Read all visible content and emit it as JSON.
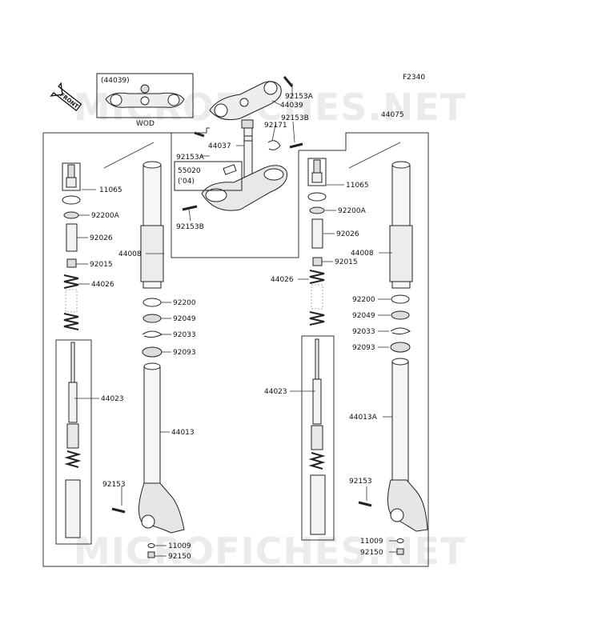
{
  "figure_code": "F2340",
  "front_label": "FRONT",
  "watermark": "MICROFICHES.NET",
  "inset": {
    "title": "(44039)",
    "caption": "WOD"
  },
  "labels": {
    "p44039": "44039",
    "p92153A_top": "92153A",
    "p92153B_top": "92153B",
    "p92171": "92171",
    "p44037": "44037",
    "p92153A_mid": "92153A",
    "p55020": "55020",
    "p04": "('04)",
    "p92153B_bot": "92153B",
    "p44075": "44075",
    "L_11065": "11065",
    "L_92200A": "92200A",
    "L_92026": "92026",
    "L_44008": "44008",
    "L_92015": "92015",
    "L_44026": "44026",
    "L_92200": "92200",
    "L_92049": "92049",
    "L_92033": "92033",
    "L_92093": "92093",
    "L_44023": "44023",
    "L_44013": "44013",
    "L_92153": "92153",
    "L_11009": "11009",
    "L_92150": "92150",
    "R_11065": "11065",
    "R_92200A": "92200A",
    "R_92026": "92026",
    "R_44008": "44008",
    "R_92015": "92015",
    "R_44026": "44026",
    "R_92200": "92200",
    "R_92049": "92049",
    "R_92033": "92033",
    "R_92093": "92093",
    "R_44023": "44023",
    "R_44013A": "44013A",
    "R_92153": "92153",
    "R_11009": "11009",
    "R_92150": "92150"
  }
}
